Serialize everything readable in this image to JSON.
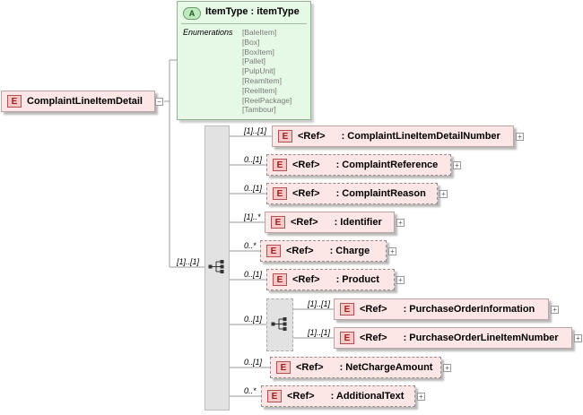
{
  "root": {
    "badge": "E",
    "name": "ComplaintLineItemDetail"
  },
  "attribute": {
    "badge": "A",
    "name": "ItemType",
    "type_sep": ":",
    "type": "itemType",
    "enum_label": "Enumerations",
    "enumerations": [
      "[BaleItem]",
      "[Box]",
      "[BoxItem]",
      "[Pallet]",
      "[PulpUnit]",
      "[ReamItem]",
      "[ReelItem]",
      "[ReelPackage]",
      "[Tambour]"
    ]
  },
  "sequence": {
    "cardinality": "[1]..[1]"
  },
  "children": [
    {
      "card": "[1]..[1]",
      "ref": "<Ref>",
      "name": ": ComplaintLineItemDetailNumber"
    },
    {
      "card": "0..[1]",
      "ref": "<Ref>",
      "name": ": ComplaintReference"
    },
    {
      "card": "0..[1]",
      "ref": "<Ref>",
      "name": ": ComplaintReason"
    },
    {
      "card": "[1]..*",
      "ref": "<Ref>",
      "name": ": Identifier"
    },
    {
      "card": "0..*",
      "ref": "<Ref>",
      "name": ": Charge"
    },
    {
      "card": "0..[1]",
      "ref": "<Ref>",
      "name": ": Product"
    },
    {
      "card": "0..[1]",
      "ref": "<Ref>",
      "name": ": NetChargeAmount"
    },
    {
      "card": "0..*",
      "ref": "<Ref>",
      "name": ": AdditionalText"
    }
  ],
  "nested_sequence": {
    "card": "0..[1]",
    "children": [
      {
        "card": "[1]..[1]",
        "ref": "<Ref>",
        "name": ": PurchaseOrderInformation"
      },
      {
        "card": "[1]..[1]",
        "ref": "<Ref>",
        "name": ": PurchaseOrderLineItemNumber"
      }
    ]
  }
}
